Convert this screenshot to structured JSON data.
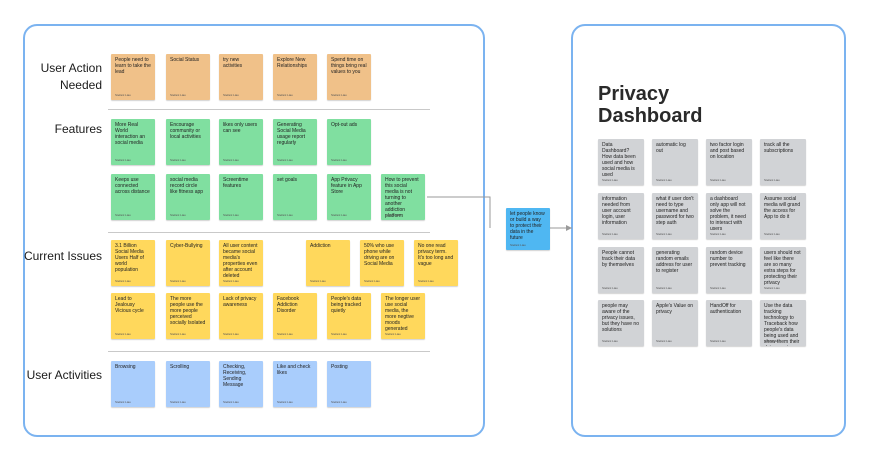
{
  "sections": {
    "user_action_needed": "User Action Needed",
    "features": "Features",
    "current_issues": "Current Issues",
    "user_activities": "User Activities"
  },
  "author_label": "Stefani Liao",
  "notes": {
    "user_action_needed": [
      "People need to learn to take the lead",
      "Social Status",
      "try new activities",
      "Explore New Relationships",
      "Spend time on things bring real values to you"
    ],
    "features_row1": [
      "More Real World interaction an social media",
      "Encourage community or local activities",
      "likes only users can see",
      "Generating Social Media usage report regularly",
      "Opt-out ads"
    ],
    "features_row2": [
      "Keeps use connected across distance",
      "social media record circle like fitness app",
      "Screentime features",
      "set goals",
      "App Privacy feature in App Store",
      "How to prevent this social media is not turning to another addiction platform"
    ],
    "issues_row1": [
      "3.1 Billion Social Media Users Half of world population",
      "Cyber-Bullying",
      "All user content became social media's properties even after account deleted",
      "Addiction",
      "50% who use phone while driving are on Social Media",
      "No one read privacy term. It's too long and vague"
    ],
    "issues_row2": [
      "Lead to Jealousy Vicious cycle",
      "The more people use the more people perceived socially Isolated",
      "Lack of privacy awareness",
      "Facebook Addiction Disorder",
      "People's data being tracked quietly",
      "The longer user use social media, the more negtive moods generated"
    ],
    "activities": [
      "Browsing",
      "Scrolling",
      "Checking, Receiving, Sending Message",
      "Like and check likes",
      "Posting"
    ],
    "connector_note": "let people know or build a way to protect their data in the future"
  },
  "privacy": {
    "title": "Privacy Dashboard",
    "col1": [
      "Data Dashboard? How data been used and how social media is used",
      "information needed from user account login, user information",
      "People cannot track their data by themselves",
      "people may aware of the privacy issues, but they have no solutions"
    ],
    "col2": [
      "automatic log out",
      "what if user don't need to type username and password for two step auth",
      "generating random emails address for user to register",
      "Apple's Value on privacy"
    ],
    "col3": [
      "two factor login and post based on location",
      "a dashboard only app will not solve the problem, it need to interact with users",
      "random device number to prevent tracking",
      "HandOff for authentication"
    ],
    "col4": [
      "track all the subscriptions",
      "Assume social media will grand the access for App to do it",
      "users should not feel like there are so many extra steps for protecting their privacy",
      "Use the data tracking technology to Traceback how people's data being used and show them their data report"
    ]
  },
  "colors": {
    "frame_border": "#7bb3f0",
    "orange": "#f0c189",
    "green": "#80dfa0",
    "yellow": "#ffd85c",
    "blue": "#a9cdfc",
    "gray": "#d1d3d6",
    "sky": "#4fb7f2",
    "connector": "#9a9a9a"
  }
}
